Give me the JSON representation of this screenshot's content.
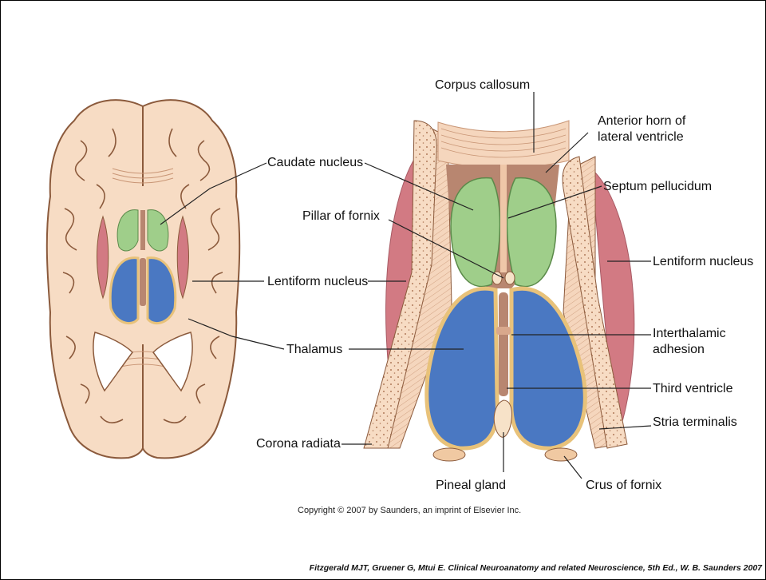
{
  "labels": {
    "corpus_callosum": "Corpus callosum",
    "anterior_horn_1": "Anterior horn of",
    "anterior_horn_2": "lateral ventricle",
    "caudate_nucleus": "Caudate nucleus",
    "septum_pellucidum": "Septum pellucidum",
    "pillar_of_fornix": "Pillar of fornix",
    "lentiform_left": "Lentiform nucleus",
    "lentiform_right": "Lentiform nucleus",
    "interthalamic_1": "Interthalamic",
    "interthalamic_2": "adhesion",
    "thalamus": "Thalamus",
    "third_ventricle": "Third ventricle",
    "stria_terminalis": "Stria terminalis",
    "corona_radiata": "Corona radiata",
    "pineal_gland": "Pineal gland",
    "crus_of_fornix": "Crus of fornix"
  },
  "copyright": "Copyright © 2007 by Saunders, an imprint of Elsevier Inc.",
  "citation": "Fitzgerald MJT, Gruener G, Mtui E. Clinical Neuroanatomy and related Neuroscience, 5th Ed., W. B. Saunders 2007",
  "colors": {
    "brain_fill": "#f7dcc4",
    "outline": "#8b5a3c",
    "caudate": "#9fce8a",
    "thalamus": "#4a78c2",
    "lentiform": "#d27a83",
    "ventricle": "#b88670",
    "stria": "#e8c27a"
  }
}
